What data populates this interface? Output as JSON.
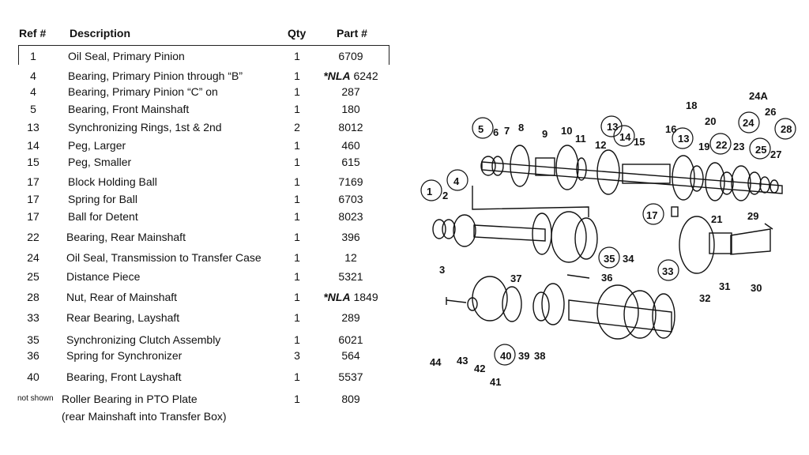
{
  "table": {
    "headers": {
      "ref": "Ref #",
      "description": "Description",
      "qty": "Qty",
      "part": "Part #"
    },
    "rows": [
      {
        "ref": "1",
        "description": "Oil Seal, Primary Pinion",
        "qty": "1",
        "part": "6709"
      },
      {
        "ref": "4",
        "description": "Bearing, Primary Pinion through “B”",
        "qty": "1",
        "part_prefix": "*NLA",
        "part": "6242"
      },
      {
        "ref": "4",
        "description": "Bearing, Primary Pinion “C” on",
        "qty": "1",
        "part": "287"
      },
      {
        "ref": "5",
        "description": "Bearing, Front Mainshaft",
        "qty": "1",
        "part": "180"
      },
      {
        "ref": "13",
        "description": "Synchronizing Rings, 1st & 2nd",
        "qty": "2",
        "part": "8012"
      },
      {
        "ref": "14",
        "description": "Peg, Larger",
        "qty": "1",
        "part": "460"
      },
      {
        "ref": "15",
        "description": "Peg, Smaller",
        "qty": "1",
        "part": "615"
      },
      {
        "ref": "17",
        "description": "Block Holding Ball",
        "qty": "1",
        "part": "7169"
      },
      {
        "ref": "17",
        "description": "Spring for Ball",
        "qty": "1",
        "part": "6703"
      },
      {
        "ref": "17",
        "description": "Ball for Detent",
        "qty": "1",
        "part": "8023"
      },
      {
        "ref": "22",
        "description": "Bearing, Rear Mainshaft",
        "qty": "1",
        "part": "396"
      },
      {
        "ref": "24",
        "description": "Oil Seal, Transmission to Transfer Case",
        "qty": "1",
        "part": "12"
      },
      {
        "ref": "25",
        "description": "Distance Piece",
        "qty": "1",
        "part": "5321"
      },
      {
        "ref": "28",
        "description": "Nut, Rear of Mainshaft",
        "qty": "1",
        "part_prefix": "*NLA",
        "part": "1849"
      },
      {
        "ref": "33",
        "description": "Rear Bearing, Layshaft",
        "qty": "1",
        "part": "289"
      },
      {
        "ref": "35",
        "description": "Synchronizing Clutch Assembly",
        "qty": "1",
        "part": "6021"
      },
      {
        "ref": "36",
        "description": "Spring for Synchronizer",
        "qty": "3",
        "part": "564"
      },
      {
        "ref": "40",
        "description": "Bearing, Front Layshaft",
        "qty": "1",
        "part": "5537"
      },
      {
        "ref": "not shown",
        "description": "Roller Bearing in PTO Plate",
        "description2": "(rear Mainshaft into Transfer Box)",
        "qty": "1",
        "part": "809"
      }
    ]
  },
  "diagram": {
    "labels": [
      "1",
      "2",
      "3",
      "4",
      "5",
      "6",
      "7",
      "8",
      "9",
      "10",
      "11",
      "12",
      "13",
      "14",
      "15",
      "16",
      "13",
      "17",
      "18",
      "19",
      "20",
      "21",
      "22",
      "23",
      "24",
      "24A",
      "25",
      "26",
      "27",
      "28",
      "29",
      "30",
      "31",
      "32",
      "33",
      "34",
      "35",
      "36",
      "37",
      "38",
      "39",
      "40",
      "41",
      "42",
      "43",
      "44"
    ],
    "circled": [
      "1",
      "4",
      "5",
      "13",
      "14",
      "13",
      "22",
      "24",
      "25",
      "28",
      "17",
      "35",
      "33",
      "40"
    ]
  }
}
